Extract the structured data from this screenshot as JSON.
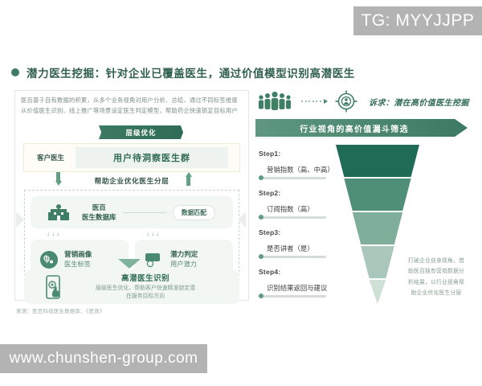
{
  "watermarks": {
    "telegram": "TG: MYYJJPP",
    "website": "www.chunshen-group.com"
  },
  "headline": {
    "bullet_icon": "filled-circle-icon",
    "text": "潜力医生挖掘：针对企业已覆盖医生，通过价值模型识别高潜医生",
    "color": "#2f5f4d"
  },
  "left_panel": {
    "intro_line1": "医百基于自有数据的积累，从多个业务视角对用户分析、总结，通过不同标签维度",
    "intro_line2": "从价值医生识别、线上推广等场景设定医生判定模型，帮助药企快速锁定目标用户",
    "banner_label": "层级优化",
    "tier": {
      "side_label": "客户医生",
      "pill_label": "用户待洞察医生群"
    },
    "mid_label": "帮助企业优化医生分层",
    "database_row": {
      "icon": "hospital-icon",
      "title_line1": "医百",
      "title_line2": "医生数据库",
      "chip_label": "数据匹配"
    },
    "triple_arrow": "↓↓↓",
    "cards": [
      {
        "icon": "marketing-portrait-icon",
        "title": "营销画像",
        "subtitle": "医生标签"
      },
      {
        "icon": "chat-bubbles-icon",
        "title": "潜力判定",
        "subtitle": "用户潜力"
      }
    ],
    "result": {
      "icon": "mobile-tap-icon",
      "title": "高潜医生识别",
      "desc_line1": "层级医生优化、帮助客户快速精准锁定潜",
      "desc_line2": "在服务目标方向"
    },
    "source": "来源：医百科技医生数据库、《医观》"
  },
  "right_panel": {
    "people_icon": "group-of-people-icon",
    "target_icon": "target-crosshair-person-icon",
    "claim": "诉求：潜在高价值医生挖掘",
    "funnel_banner": "行业视角的高价值漏斗筛选",
    "steps": [
      {
        "label": "Step1:",
        "value": "营销指数（高、中高）"
      },
      {
        "label": "Step2:",
        "value": "订阅指数（高）"
      },
      {
        "label": "Step3:",
        "value": "是否讲者（是）"
      },
      {
        "label": "Step4:",
        "value": "识别结果返回与建议"
      }
    ],
    "funnel_colors": [
      "#1f6b56",
      "#4f8f77",
      "#7fae9b",
      "#a9c8bb",
      "#cfe0d7"
    ],
    "side_note_line1": "打破企业自身视角，借",
    "side_note_line2": "助医百独有营销数据分",
    "side_note_line3": "析结果，以行业视角帮",
    "side_note_line4": "助企业优化医生分层"
  }
}
